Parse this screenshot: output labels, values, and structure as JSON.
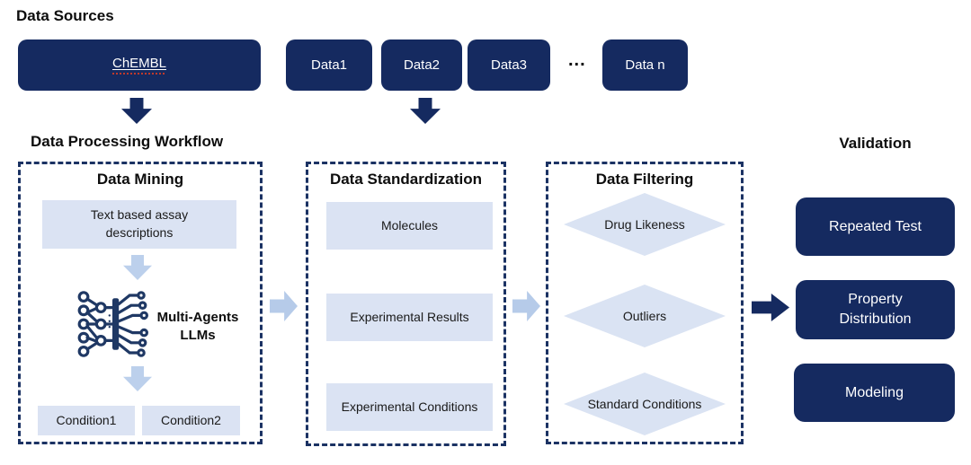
{
  "headings": {
    "data_sources": "Data Sources",
    "data_processing_workflow": "Data Processing Workflow",
    "validation": "Validation"
  },
  "sources": {
    "chembl_label": "ChEMBL",
    "datasets": [
      "Data1",
      "Data2",
      "Data3"
    ],
    "ellipsis": "...",
    "dataset_n": "Data n"
  },
  "mining": {
    "title": "Data Mining",
    "assay_box": "Text based assay descriptions",
    "llm_label_line1": "Multi-Agents",
    "llm_label_line2": "LLMs",
    "condition1": "Condition1",
    "condition2": "Condition2"
  },
  "standardization": {
    "title": "Data Standardization",
    "items": [
      "Molecules",
      "Experimental Results",
      "Experimental Conditions"
    ]
  },
  "filtering": {
    "title": "Data Filtering",
    "items": [
      "Drug Likeness",
      "Outliers",
      "Standard Conditions"
    ]
  },
  "validation": {
    "items": [
      "Repeated Test",
      "Property Distribution",
      "Modeling"
    ]
  },
  "colors": {
    "navy": "#152a60",
    "dashed_border": "#1b3263",
    "light_blue_fill": "#dbe3f3",
    "diamond_fill": "#dae3f3",
    "flow_arrow_blue": "#b6cbe9",
    "down_arrow_blue": "#bcd0ec",
    "squiggle_red": "#c0392b"
  }
}
